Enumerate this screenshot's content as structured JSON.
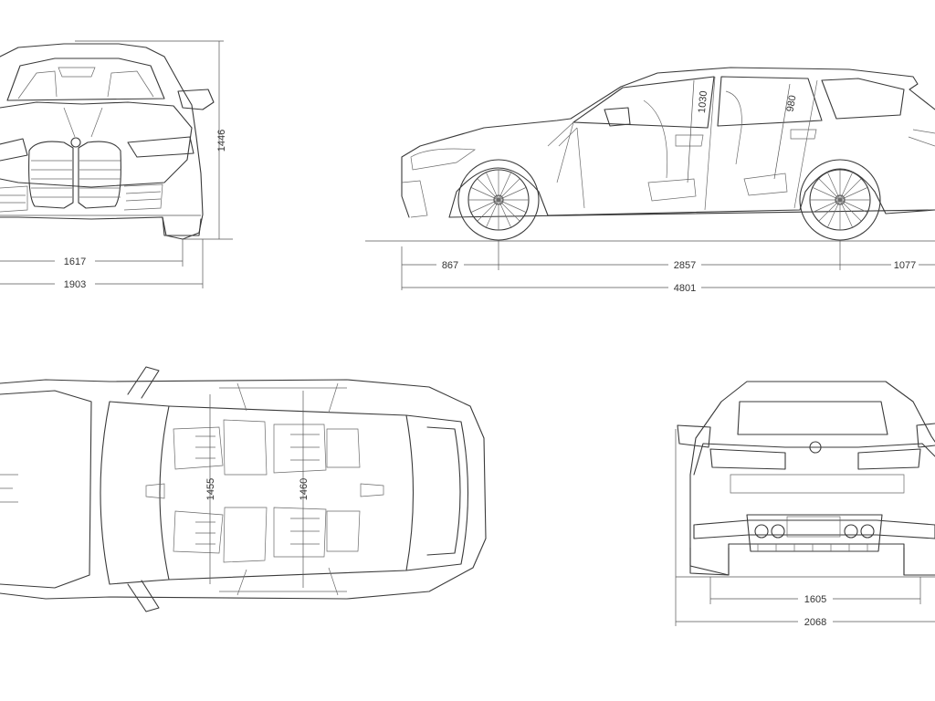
{
  "dimensions": {
    "height_overall": "1446",
    "front_track": "1617",
    "width_body": "1903",
    "front_overhang": "867",
    "wheelbase": "2857",
    "rear_overhang": "1077",
    "length_overall": "4801",
    "front_headroom": "1030",
    "rear_headroom": "980",
    "front_shoulder": "1455",
    "rear_shoulder": "1460",
    "rear_track": "1605",
    "width_with_mirrors": "2068"
  }
}
